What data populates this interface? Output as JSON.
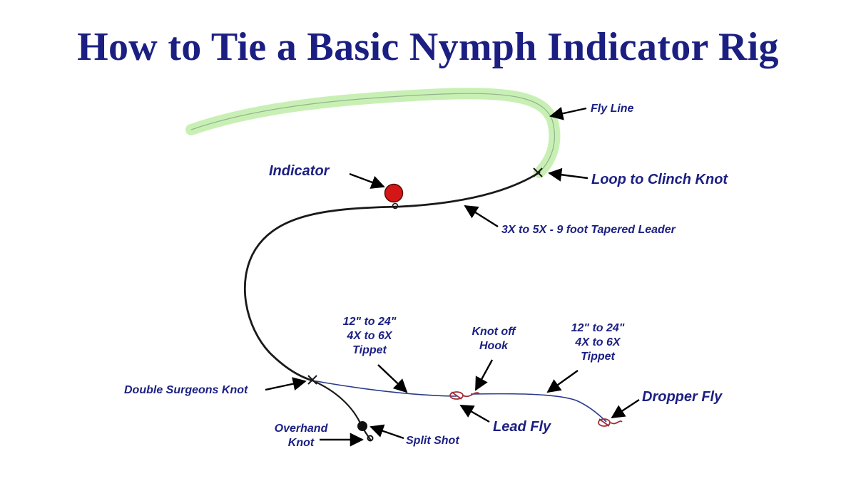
{
  "title": "How to Tie a Basic Nymph Indicator Rig",
  "colors": {
    "title": "#1b1f82",
    "label": "#1b1f82",
    "fly_line": "#c8f0b4",
    "leader": "#1a1a1a",
    "tippet": "#2a3a8a",
    "indicator": "#d41616",
    "fly": "#a0303a"
  },
  "labels": {
    "fly_line": "Fly Line",
    "loop_to_clinch": "Loop to Clinch Knot",
    "indicator": "Indicator",
    "leader": "3X to 5X - 9 foot Tapered Leader",
    "tippet1": [
      "12\" to 24\"",
      "4X  to 6X",
      "Tippet"
    ],
    "knot_off_hook": [
      "Knot off",
      "Hook"
    ],
    "tippet2": [
      "12\" to 24\"",
      "4X  to 6X",
      "Tippet"
    ],
    "dropper_fly": "Dropper Fly",
    "double_surgeons": "Double Surgeons Knot",
    "lead_fly": "Lead Fly",
    "overhand_knot": [
      "Overhand",
      "Knot"
    ],
    "split_shot": "Split Shot"
  }
}
